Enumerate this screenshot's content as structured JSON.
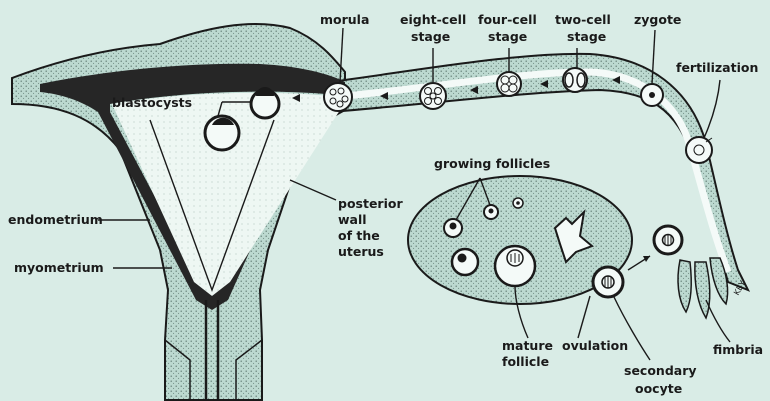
{
  "colors": {
    "background": "#d9ece6",
    "tissue": "#b9d8cf",
    "cavity": "#eef7f3",
    "dark_layer": "#262626",
    "ink": "#1a1a1a"
  },
  "labels": {
    "morula": "morula",
    "eight_cell": [
      "eight-cell",
      "stage"
    ],
    "four_cell": [
      "four-cell",
      "stage"
    ],
    "two_cell": [
      "two-cell",
      "stage"
    ],
    "zygote": "zygote",
    "fertilization": "fertilization",
    "blastocysts": "blastocysts",
    "growing_follicles": "growing follicles",
    "posterior_wall": [
      "posterior",
      "wall",
      "of the",
      "uterus"
    ],
    "endometrium": "endometrium",
    "myometrium": "myometrium",
    "mature_follicle": [
      "mature",
      "follicle"
    ],
    "ovulation": "ovulation",
    "secondary_oocyte": [
      "secondary",
      "oocyte"
    ],
    "fimbria": "fimbria"
  },
  "signature": "KEY"
}
